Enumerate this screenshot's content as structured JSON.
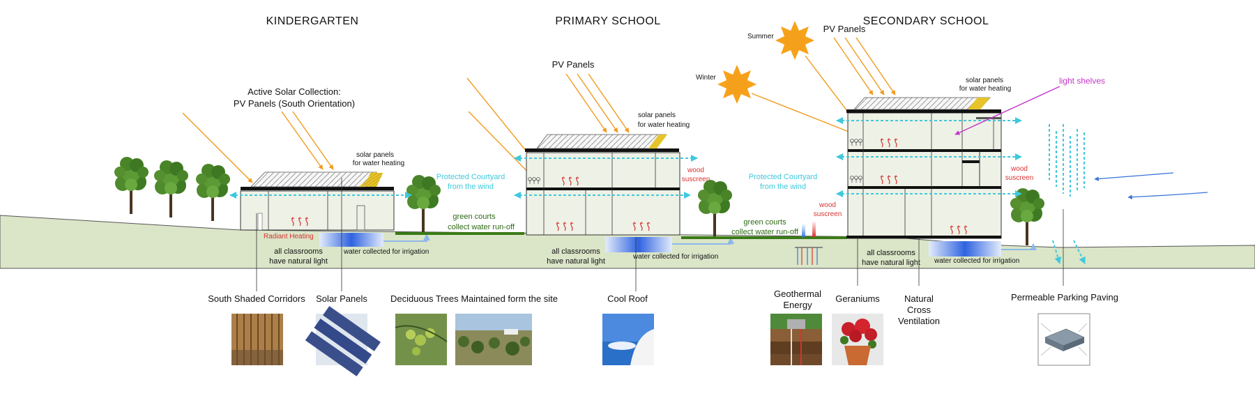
{
  "headers": {
    "kindergarten": "KINDERGARTEN",
    "primary": "PRIMARY SCHOOL",
    "secondary": "SECONDARY SCHOOL"
  },
  "sun": {
    "summer": "Summer",
    "winter": "Winter"
  },
  "kindergarten": {
    "active_solar_1": "Active Solar Collection:",
    "active_solar_2": "PV Panels (South Orientation)",
    "solar_water_1": "solar panels",
    "solar_water_2": "for water heating",
    "radiant": "Radiant Heating",
    "light_1": "all classrooms",
    "light_2": "have natural light",
    "water": "water collected for irrigation"
  },
  "court1": {
    "protected_1": "Protected Courtyard",
    "protected_2": "from the wind",
    "green_1": "green courts",
    "green_2": "collect water run-off"
  },
  "primary": {
    "pv": "PV Panels",
    "solar_water_1": "solar panels",
    "solar_water_2": "for water heating",
    "wood_1": "wood",
    "wood_2": "suscreen",
    "light_1": "all classrooms",
    "light_2": "have natural light",
    "water": "water collected for irrigation"
  },
  "court2": {
    "protected_1": "Protected Courtyard",
    "protected_2": "from the wind",
    "wood_1": "wood",
    "wood_2": "suscreen",
    "green_1": "green courts",
    "green_2": "collect water run-off"
  },
  "secondary": {
    "pv": "PV Panels",
    "solar_water_1": "solar panels",
    "solar_water_2": "for water heating",
    "light_shelves": "light shelves",
    "wood_1": "wood",
    "wood_2": "suscreen",
    "light_1": "all classrooms",
    "light_2": "have natural light",
    "water": "water collected for irrigation"
  },
  "captions": {
    "south_corridors": "South Shaded Corridors",
    "solar_panels": "Solar Panels",
    "deciduous": "Deciduous Trees Maintained form the site",
    "cool_roof": "Cool Roof",
    "geo_1": "Geothermal",
    "geo_2": "Energy",
    "geraniums": "Geraniums",
    "ncv_1": "Natural",
    "ncv_2": "Cross",
    "ncv_3": "Ventilation",
    "parking": "Permeable Parking Paving"
  },
  "colors": {
    "ground": "#dbe5c8",
    "sun_arrow": "#f29a1e",
    "sun": "#f7a21b",
    "vent_arrow": "#3ec9dc",
    "wind": "#3a74d8",
    "heat": "#d83232",
    "shelf_arrow": "#c236c8",
    "panel_hot": "#e6c42a"
  }
}
